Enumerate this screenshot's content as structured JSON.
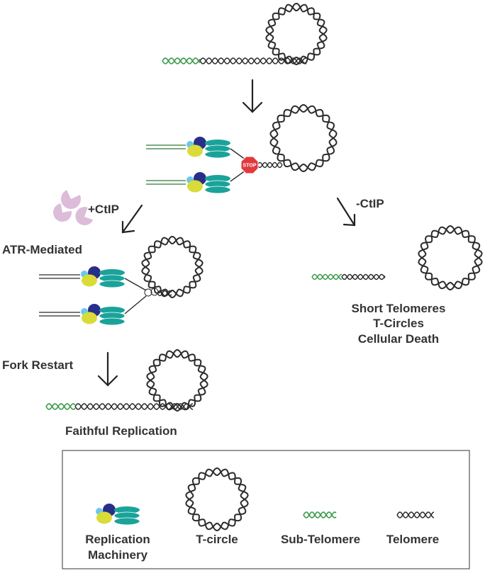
{
  "colors": {
    "telomere": "#2b2b2b",
    "subtelomere": "#3b9a4a",
    "polymerase": "#1aa39a",
    "clamp_yellow": "#d9dc38",
    "clamp_navy": "#272f8a",
    "clamp_light": "#6cc7ec",
    "ctip": "#dcbcd8",
    "stop": "#e13a3d",
    "label": "#333333",
    "legend_border": "#555555"
  },
  "stop_sign": {
    "text": "STOP"
  },
  "labels": {
    "plus_ctip": "+CtIP",
    "minus_ctip": "-CtIP",
    "atr_mediated": "ATR-Mediated",
    "fork_restart": "Fork Restart",
    "faithful_replication": "Faithful Replication",
    "outcome_line1": "Short Telomeres",
    "outcome_line2": "T-Circles",
    "outcome_line3": "Cellular Death"
  },
  "legend": {
    "items": [
      {
        "icon": "replication-machinery-icon",
        "line1": "Replication",
        "line2": "Machinery"
      },
      {
        "icon": "t-circle-icon",
        "line1": "T-circle"
      },
      {
        "icon": "sub-telomere-icon",
        "line1": "Sub-Telomere"
      },
      {
        "icon": "telomere-icon",
        "line1": "Telomere"
      }
    ]
  }
}
